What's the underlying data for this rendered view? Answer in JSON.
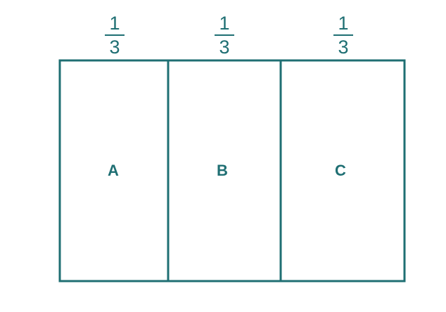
{
  "diagram": {
    "stroke_color": "#1f6f73",
    "parts": [
      {
        "label": "A",
        "fraction": {
          "numerator": "1",
          "denominator": "3"
        }
      },
      {
        "label": "B",
        "fraction": {
          "numerator": "1",
          "denominator": "3"
        }
      },
      {
        "label": "C",
        "fraction": {
          "numerator": "1",
          "denominator": "3"
        }
      }
    ]
  }
}
